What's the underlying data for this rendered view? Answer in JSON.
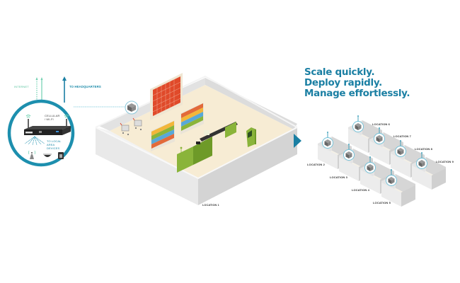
{
  "hub": {
    "internet_label": "INTERNET",
    "headquarters_label": "TO HEADQUARTERS",
    "cellular_label": "CELLULAR / WI-FI",
    "local_devices_label": "TO LOCAL AREA DEVICES",
    "devices": [
      "cell-tower-icon",
      "security-camera-icon",
      "desk-phone-icon"
    ]
  },
  "store": {
    "label": "LOCATION 1"
  },
  "headline": {
    "lines": [
      "Scale quickly.",
      "Deploy rapidly.",
      "Manage effortlessly."
    ]
  },
  "locations": [
    {
      "label": "LOCATION 2"
    },
    {
      "label": "LOCATION 3"
    },
    {
      "label": "LOCATION 4"
    },
    {
      "label": "LOCATION 5"
    },
    {
      "label": "LOCATION 6"
    },
    {
      "label": "LOCATION 7"
    },
    {
      "label": "LOCATION 8"
    },
    {
      "label": "LOCATION 9"
    }
  ],
  "colors": {
    "teal": "#1a7fa3",
    "ring": "#1d8fae",
    "mint": "#6fd0b0",
    "green": "#8ab43a",
    "floor": "#f7ecd4",
    "wall": "#e6e6e6"
  }
}
